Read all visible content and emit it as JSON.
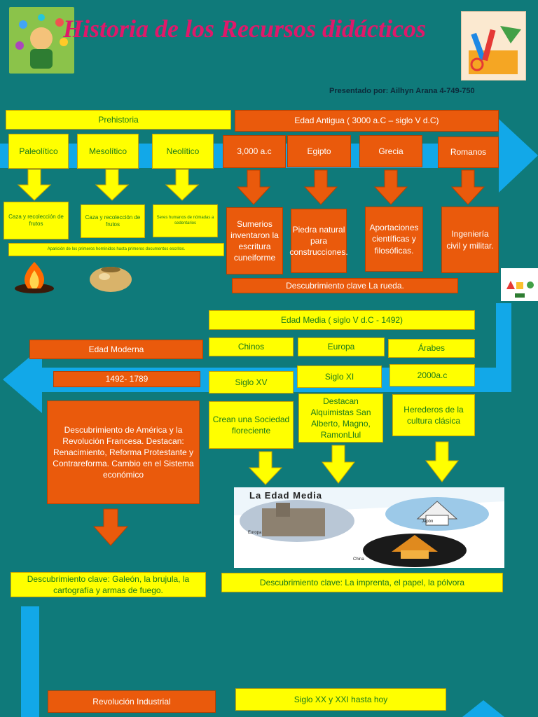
{
  "header": {
    "title": "Historia de los Recursos didácticos",
    "presenter": "Presentado por: Ailhyn Arana 4-749-750"
  },
  "prehistoria": {
    "label": "Prehistoria",
    "periods": [
      "Paleolítico",
      "Mesolítico",
      "Neolítico"
    ],
    "details": [
      "Caza y recolección de frutos",
      "Caza y recolección de frutos",
      "Seres humanos de nómadas a sedentarios"
    ],
    "note": "Aparición de los primeros homínidos hasta primeros documentos escritos."
  },
  "antigua": {
    "label": "Edad Antigua ( 3000 a.C – siglo V d.C)",
    "items": [
      "3,000 a.c",
      "Egipto",
      "Grecia",
      "Romanos"
    ],
    "details": [
      "Sumerios inventaron la escritura cuneiforme",
      "Piedra natural para construcciones.",
      "Aportaciones científicas y filosóficas.",
      "Ingeniería civil y militar."
    ],
    "key": "Descubrimiento clave La rueda."
  },
  "media": {
    "label": "Edad Media ( siglo V d.C - 1492)",
    "groups": [
      "Chinos",
      "Europa",
      "Árabes"
    ],
    "dates": [
      "Siglo XV",
      "Siglo XI",
      "2000a.c"
    ],
    "details": [
      "Crean una Sociedad floreciente",
      "Destacan Alquimistas San Alberto, Magno, RamonLlul",
      "Herederos de la cultura clásica"
    ],
    "image": {
      "heading": "La Edad Media",
      "captions": [
        "Europa",
        "Japón",
        "China"
      ]
    },
    "key": "Descubrimiento clave: La imprenta, el papel, la pólvora"
  },
  "moderna": {
    "label": "Edad Moderna",
    "date": "1492- 1789",
    "detail": "Descubrimiento de América y la Revolución Francesa. Destacan: Renacimiento, Reforma Protestante y Contrareforma. Cambio en el Sistema económico",
    "key": "Descubrimiento clave: Galeón, la brujula, la cartografía y armas de fuego."
  },
  "bottom": {
    "industrial": "Revolución Industrial",
    "modern": "Siglo XX y XXI hasta hoy"
  },
  "colors": {
    "background": "#0f7a7a",
    "timeline": "#12a8e8",
    "yellow_box": "#ffff00",
    "orange_box": "#ea5a0c",
    "title": "#e0186a"
  }
}
